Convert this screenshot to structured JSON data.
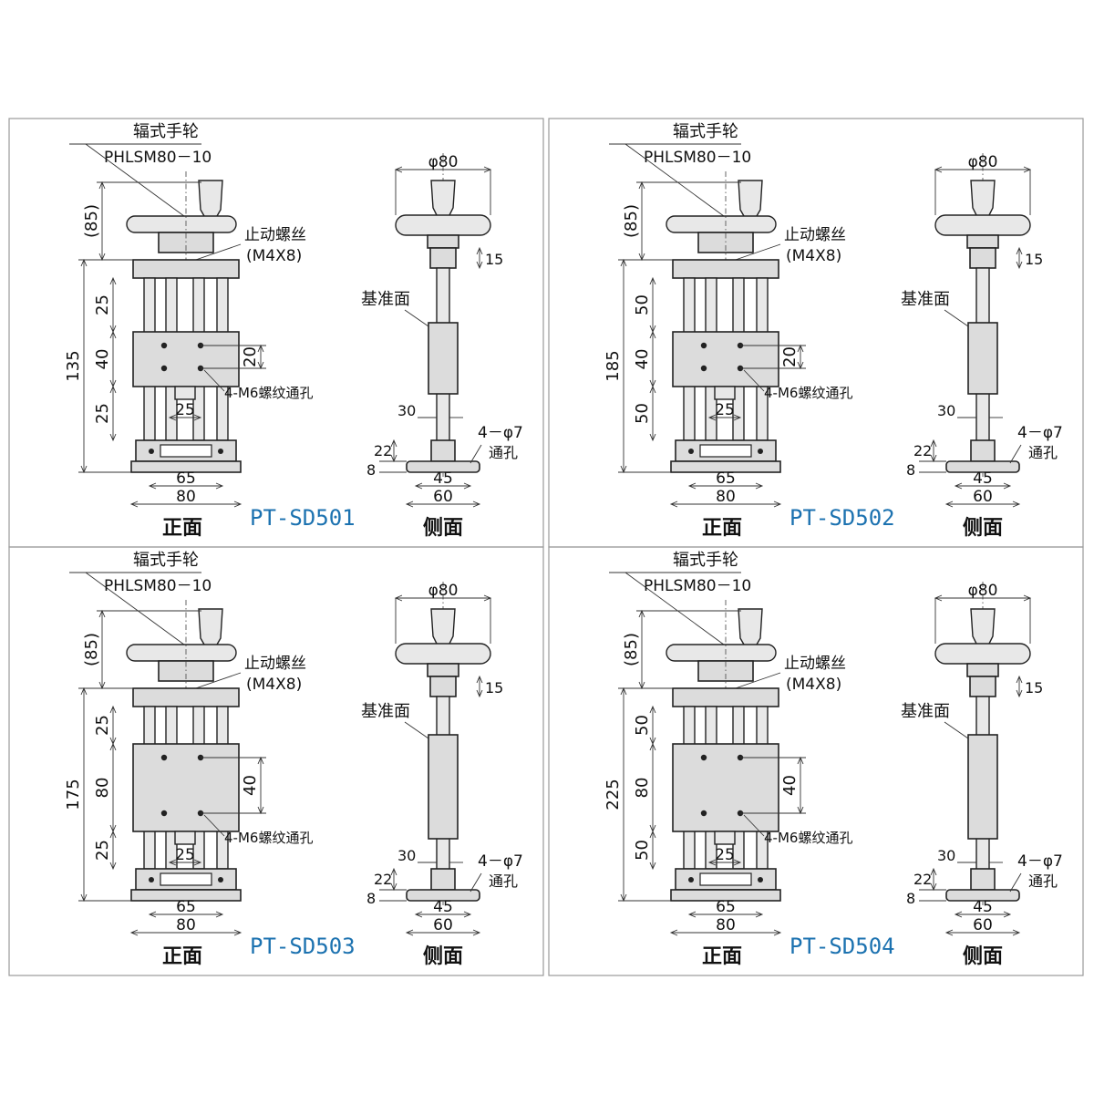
{
  "panels": [
    {
      "model": "PT-SD501",
      "handwheel_title": "辐式手轮",
      "handwheel_code": "PHLSM80－10",
      "screw_title": "止动螺丝",
      "screw_code": "(M4X8)",
      "ref_face": "基准面",
      "tap_hole": "4-M6螺纹通孔",
      "through_hole": "4－φ7",
      "through_hole_2": "通孔",
      "front_label": "正面",
      "side_label": "侧面",
      "dims": {
        "top": "(85)",
        "total": "135",
        "upper": "25",
        "mid": "40",
        "lower": "25",
        "hole_pitch": "20",
        "slot": "25",
        "base_inner": "65",
        "base_outer": "80",
        "wheel_dia": "φ80",
        "collar": "15",
        "shaft": "30",
        "foot_h": "22",
        "foot_t": "8",
        "side_inner": "45",
        "side_outer": "60"
      }
    },
    {
      "model": "PT-SD502",
      "handwheel_title": "辐式手轮",
      "handwheel_code": "PHLSM80－10",
      "screw_title": "止动螺丝",
      "screw_code": "(M4X8)",
      "ref_face": "基准面",
      "tap_hole": "4-M6螺纹通孔",
      "through_hole": "4－φ7",
      "through_hole_2": "通孔",
      "front_label": "正面",
      "side_label": "侧面",
      "dims": {
        "top": "(85)",
        "total": "185",
        "upper": "50",
        "mid": "40",
        "lower": "50",
        "hole_pitch": "20",
        "slot": "25",
        "base_inner": "65",
        "base_outer": "80",
        "wheel_dia": "φ80",
        "collar": "15",
        "shaft": "30",
        "foot_h": "22",
        "foot_t": "8",
        "side_inner": "45",
        "side_outer": "60"
      }
    },
    {
      "model": "PT-SD503",
      "handwheel_title": "辐式手轮",
      "handwheel_code": "PHLSM80－10",
      "screw_title": "止动螺丝",
      "screw_code": "(M4X8)",
      "ref_face": "基准面",
      "tap_hole": "4-M6螺纹通孔",
      "through_hole": "4－φ7",
      "through_hole_2": "通孔",
      "front_label": "正面",
      "side_label": "侧面",
      "dims": {
        "top": "(85)",
        "total": "175",
        "upper": "25",
        "mid": "80",
        "lower": "25",
        "hole_pitch": "40",
        "slot": "25",
        "base_inner": "65",
        "base_outer": "80",
        "wheel_dia": "φ80",
        "collar": "15",
        "shaft": "30",
        "foot_h": "22",
        "foot_t": "8",
        "side_inner": "45",
        "side_outer": "60"
      }
    },
    {
      "model": "PT-SD504",
      "handwheel_title": "辐式手轮",
      "handwheel_code": "PHLSM80－10",
      "screw_title": "止动螺丝",
      "screw_code": "(M4X8)",
      "ref_face": "基准面",
      "tap_hole": "4-M6螺纹通孔",
      "through_hole": "4－φ7",
      "through_hole_2": "通孔",
      "front_label": "正面",
      "side_label": "侧面",
      "dims": {
        "top": "(85)",
        "total": "225",
        "upper": "50",
        "mid": "80",
        "lower": "50",
        "hole_pitch": "40",
        "slot": "25",
        "base_inner": "65",
        "base_outer": "80",
        "wheel_dia": "φ80",
        "collar": "15",
        "shaft": "30",
        "foot_h": "22",
        "foot_t": "8",
        "side_inner": "45",
        "side_outer": "60"
      }
    }
  ]
}
